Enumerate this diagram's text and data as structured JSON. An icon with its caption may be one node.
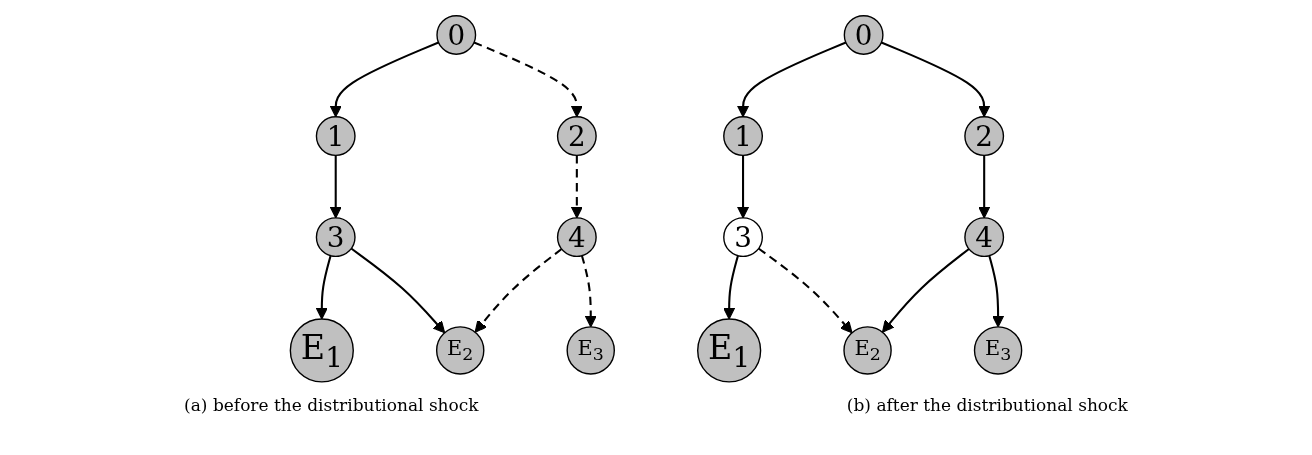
{
  "diagram": {
    "nodes": [
      {
        "text": [
          "0"
        ]
      },
      {
        "text": [
          "1"
        ]
      },
      {
        "text": [
          "2"
        ]
      },
      {
        "text": [
          "3"
        ]
      },
      {
        "text": [
          "4"
        ]
      },
      {
        "text": [
          "E$_{1}$"
        ]
      },
      {
        "text": [
          "E$_{2}$"
        ]
      },
      {
        "text": [
          "E$_{3}$"
        ]
      },
      {
        "text": [
          "0"
        ]
      },
      {
        "text": [
          "1"
        ]
      },
      {
        "text": [
          "2"
        ]
      },
      {
        "text": [
          "3"
        ]
      },
      {
        "text": [
          "4"
        ]
      },
      {
        "text": [
          "E$_{1}$"
        ]
      },
      {
        "text": [
          "E$_{2}$"
        ]
      },
      {
        "text": [
          "E$_{3}$"
        ]
      }
    ],
    "edges": [
      {
        "from": 0,
        "to": 1,
        "arrow": "to"
      },
      {
        "from": 0,
        "to": 2,
        "arrow": "to",
        "style": "dashed"
      },
      {
        "from": 1,
        "to": 3,
        "arrow": "to"
      },
      {
        "from": 2,
        "to": 4,
        "arrow": "to",
        "style": "dashed"
      },
      {
        "from": 3,
        "to": 5,
        "arrow": "to"
      },
      {
        "from": 3,
        "to": 6,
        "arrow": "to"
      },
      {
        "from": 4,
        "to": 6,
        "arrow": "to",
        "style": "dashed"
      },
      {
        "from": 4,
        "to": 7,
        "arrow": "to",
        "style": "dashed"
      },
      {
        "from": 8,
        "to": 9,
        "arrow": "to"
      },
      {
        "from": 8,
        "to": 10,
        "arrow": "to"
      },
      {
        "from": 9,
        "to": 11,
        "arrow": "to"
      },
      {
        "from": 10,
        "to": 12,
        "arrow": "to"
      },
      {
        "from": 11,
        "to": 13,
        "arrow": "to"
      },
      {
        "from": 11,
        "to": 14,
        "arrow": "to",
        "style": "dashed"
      },
      {
        "from": 12,
        "to": 14,
        "arrow": "to"
      },
      {
        "from": 12,
        "to": 15,
        "arrow": "to"
      }
    ],
    "labels": [
      "(a) before the distributional shock",
      "(b) after the distributional shock"
    ]
  }
}
